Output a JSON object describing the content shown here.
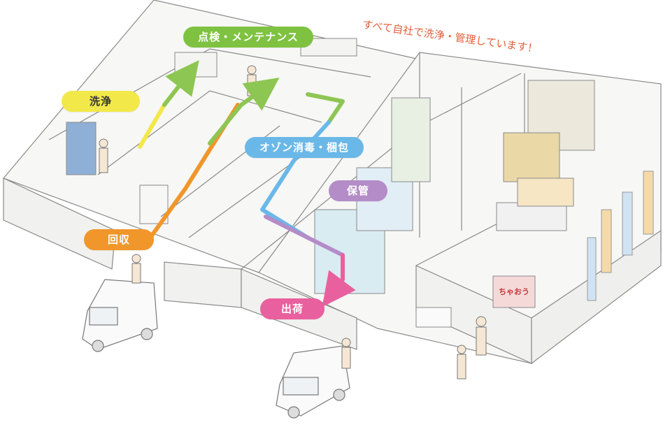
{
  "caption": "すべて自社で洗浄・管理しています！",
  "steps": [
    {
      "label": "洗浄",
      "color": "#f2e84a",
      "text_color": "#333333"
    },
    {
      "label": "点検・メンテナンス",
      "color": "#7fc241",
      "text_color": "#ffffff"
    },
    {
      "label": "オゾン消毒・梱包",
      "color": "#6ab8e8",
      "text_color": "#ffffff"
    },
    {
      "label": "保管",
      "color": "#b48cc8",
      "text_color": "#ffffff"
    },
    {
      "label": "回収",
      "color": "#f0962a",
      "text_color": "#ffffff"
    },
    {
      "label": "出荷",
      "color": "#e9609e",
      "text_color": "#ffffff"
    }
  ],
  "shop_sign": "ちゃおう"
}
